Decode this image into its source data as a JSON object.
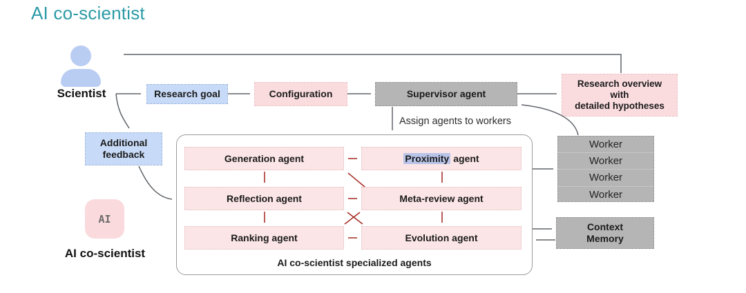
{
  "title": "AI co-scientist",
  "scientist": {
    "label": "Scientist"
  },
  "ai_system": {
    "icon_text": "AI",
    "label": "AI co-scientist"
  },
  "pipeline": {
    "research_goal": "Research goal",
    "configuration": "Configuration",
    "supervisor_agent": "Supervisor agent",
    "assign_label": "Assign agents to workers",
    "research_overview": {
      "lines": [
        "Research overview",
        "with",
        "detailed hypotheses"
      ]
    },
    "additional_feedback": {
      "lines": [
        "Additional",
        "feedback"
      ]
    }
  },
  "workers": {
    "rows": [
      "Worker",
      "Worker",
      "Worker",
      "Worker"
    ]
  },
  "context_memory": {
    "lines": [
      "Context",
      "Memory"
    ]
  },
  "specialized_agents": {
    "container_label": "AI co-scientist specialized agents",
    "generation": "Generation agent",
    "proximity": {
      "highlighted": "Proximity",
      "rest": "agent"
    },
    "reflection": "Reflection agent",
    "meta_review": "Meta-review agent",
    "ranking": "Ranking agent",
    "evolution": "Evolution agent"
  },
  "colors": {
    "title_teal": "#2b9aa5",
    "gray_box_fill": "#b5b5b5",
    "pink_box_fill": "#fadcdf",
    "agent_box_fill": "#fbe5e6",
    "blue_box_fill": "#c7daf7",
    "person_icon": "#b9ccf2",
    "ai_chip_fill": "#fadadd",
    "gray_arrow": "#5f6368",
    "red_arrow": "#a3261e",
    "proximity_highlight": "#b9c4e8"
  }
}
